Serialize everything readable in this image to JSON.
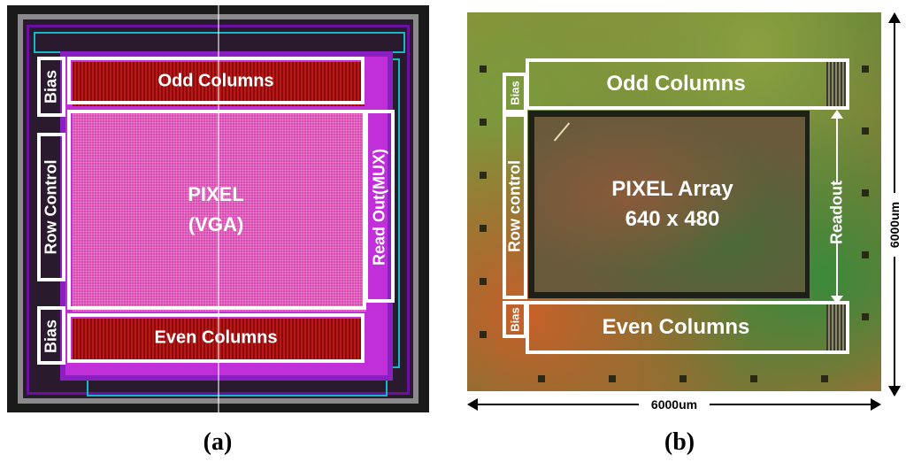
{
  "panel_a": {
    "caption": "(a)",
    "labels": {
      "odd_columns": "Odd Columns",
      "even_columns": "Even Columns",
      "bias_top": "Bias",
      "bias_bottom": "Bias",
      "row_control": "Row Control",
      "pixel_line1": "PIXEL",
      "pixel_line2": "(VGA)",
      "readout": "Read Out(MUX)"
    }
  },
  "panel_b": {
    "caption": "(b)",
    "labels": {
      "odd_columns": "Odd Columns",
      "even_columns": "Even Columns",
      "bias_top": "Bias",
      "bias_bottom": "Bias",
      "row_control": "Row control",
      "pixel_line1": "PIXEL Array",
      "pixel_line2": "640 x 480",
      "readout": "Readout"
    },
    "dimensions": {
      "width": "6000um",
      "height": "6000um"
    }
  },
  "colors": {
    "label_outline": "#ffffff",
    "pixel_layout": "#d94bb3",
    "column_blocks": "#8e0a0a",
    "metal_frame": "#8a1fc2",
    "wires": "#17b8c9"
  }
}
